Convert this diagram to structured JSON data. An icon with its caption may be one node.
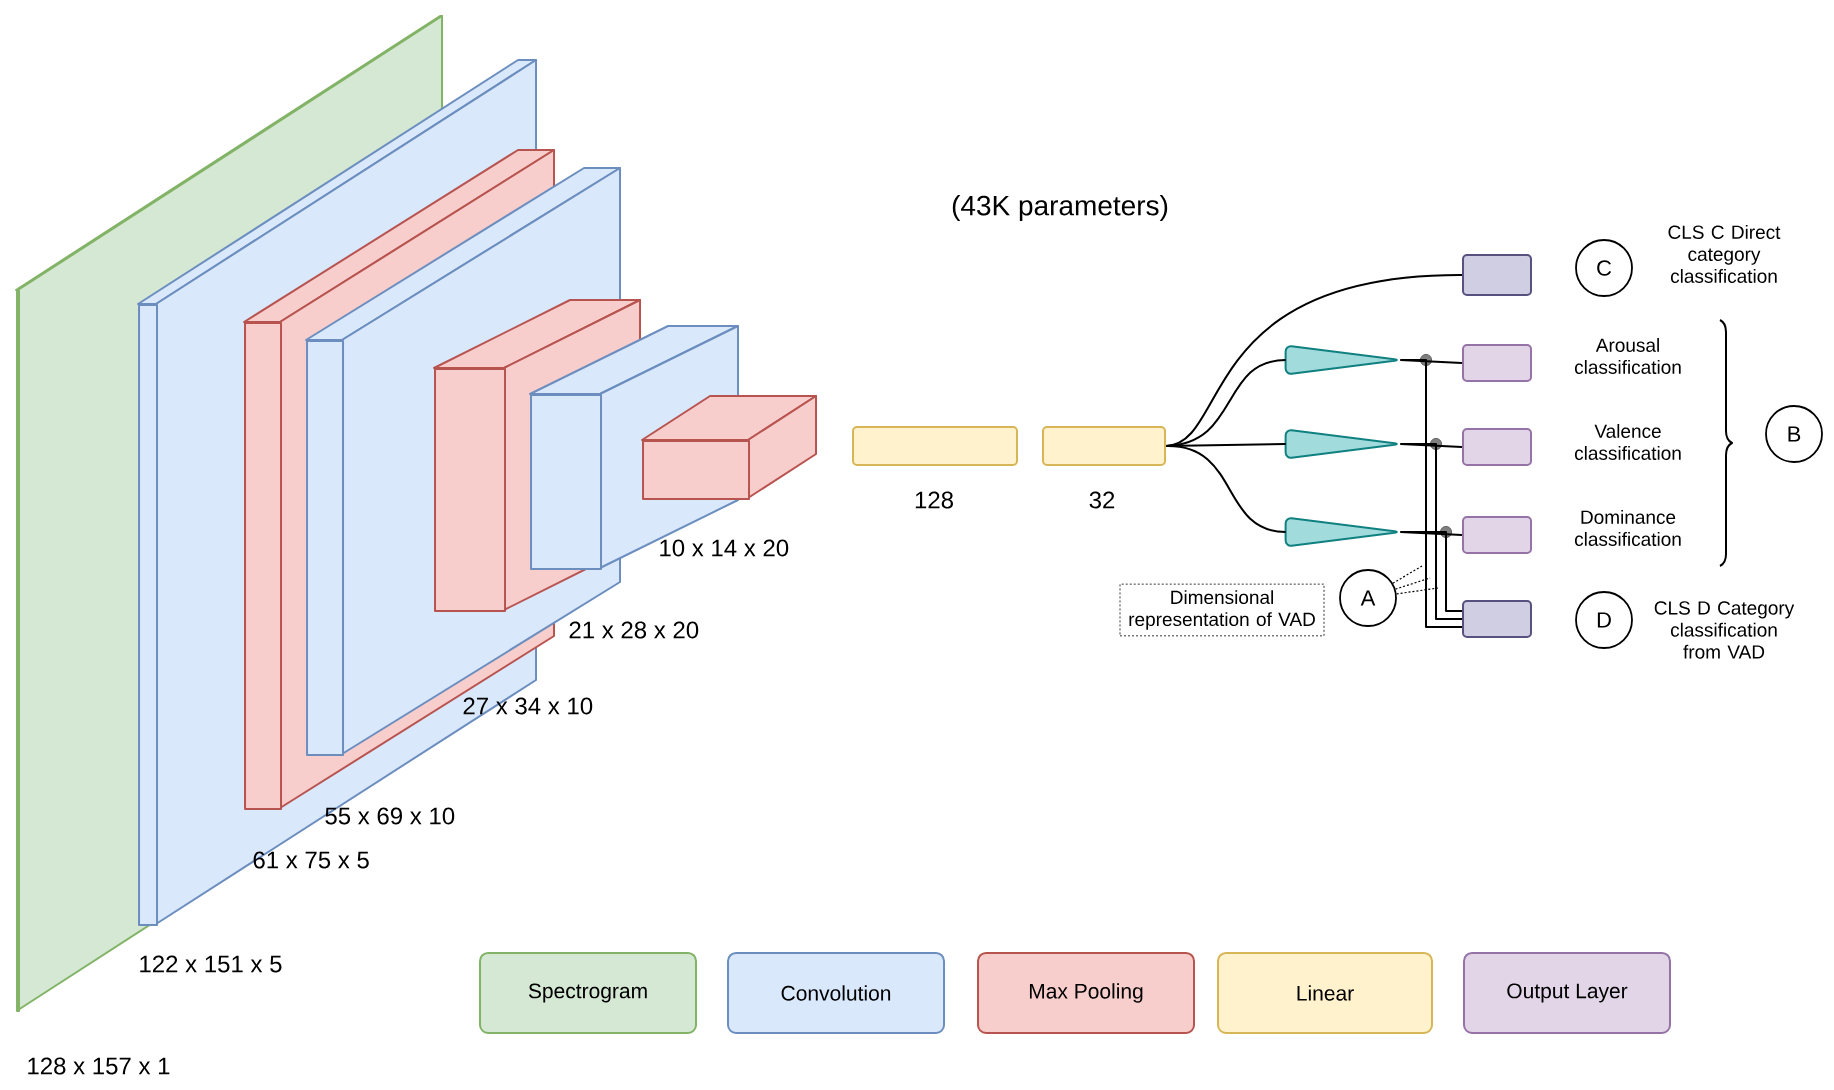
{
  "diagram": {
    "nodes": [
      {
        "text": [],
        "shape": "box"
      },
      {
        "text": [],
        "shape": "box"
      },
      {
        "text": [],
        "shape": "box"
      },
      {
        "text": [],
        "shape": "box"
      },
      {
        "text": [],
        "shape": "box"
      },
      {
        "text": [],
        "shape": "box"
      },
      {
        "text": [],
        "shape": "box"
      },
      {
        "text": [],
        "shape": "box",
        "beside": [
          "128"
        ]
      },
      {
        "text": [],
        "shape": "box",
        "beside": [
          "32"
        ]
      },
      {
        "text": [],
        "shape": "box"
      },
      {
        "text": [],
        "shape": "triangle"
      },
      {
        "text": [],
        "shape": "triangle"
      },
      {
        "text": [],
        "shape": "triangle"
      },
      {
        "text": [],
        "shape": "box",
        "beside": [
          "Arousal classification"
        ]
      },
      {
        "text": [],
        "shape": "box",
        "beside": [
          "Valence classification"
        ]
      },
      {
        "text": [],
        "shape": "box",
        "beside": [
          "Dominance classification"
        ]
      },
      {
        "text": [],
        "shape": "box"
      },
      {
        "text": [
          "Dimensional representation of VAD"
        ]
      },
      {
        "text": [
          "A"
        ]
      },
      {
        "text": [
          "B"
        ]
      },
      {
        "text": [
          "C"
        ]
      },
      {
        "text": [
          "D"
        ]
      }
    ],
    "edges": [
      {
        "from": 8,
        "to": 9,
        "arrow": "none"
      },
      {
        "from": 8,
        "to": 10,
        "arrow": "none"
      },
      {
        "from": 8,
        "to": 11,
        "arrow": "none"
      },
      {
        "from": 8,
        "to": 12,
        "arrow": "none"
      },
      {
        "from": 10,
        "to": 13,
        "arrow": "none"
      },
      {
        "from": 11,
        "to": 14,
        "arrow": "none"
      },
      {
        "from": 12,
        "to": 15,
        "arrow": "none"
      },
      {
        "from": 10,
        "to": 16,
        "arrow": "none"
      },
      {
        "from": 11,
        "to": 16,
        "arrow": "none"
      },
      {
        "from": 12,
        "to": 16,
        "arrow": "none"
      },
      {
        "from": 18,
        "to": null,
        "arrow": "none",
        "style": "dashed"
      },
      {
        "from": 18,
        "to": null,
        "arrow": "none",
        "style": "dashed"
      },
      {
        "from": 18,
        "to": null,
        "arrow": "none",
        "style": "dashed"
      }
    ],
    "labels": [
      "(43K parameters)",
      "CLS C Direct category classification",
      "10 x 14 x 20",
      "21 x 28 x 20",
      "CLS D Category classification from VAD",
      "27 x 34 x 10",
      "55 x 69 x 10",
      "61 x 75 x 5",
      "122 x 151 x 5",
      "128 x 157 x 1"
    ],
    "legend": [
      {
        "text": "Spectrogram",
        "color": "#d5e8d4"
      },
      {
        "text": "Convolution",
        "color": "#dae8fc"
      },
      {
        "text": "Max Pooling",
        "color": "#f8cecc"
      },
      {
        "text": "Linear",
        "color": "#fff2cc"
      },
      {
        "text": "Output Layer",
        "color": "#e1d5e7"
      }
    ]
  }
}
